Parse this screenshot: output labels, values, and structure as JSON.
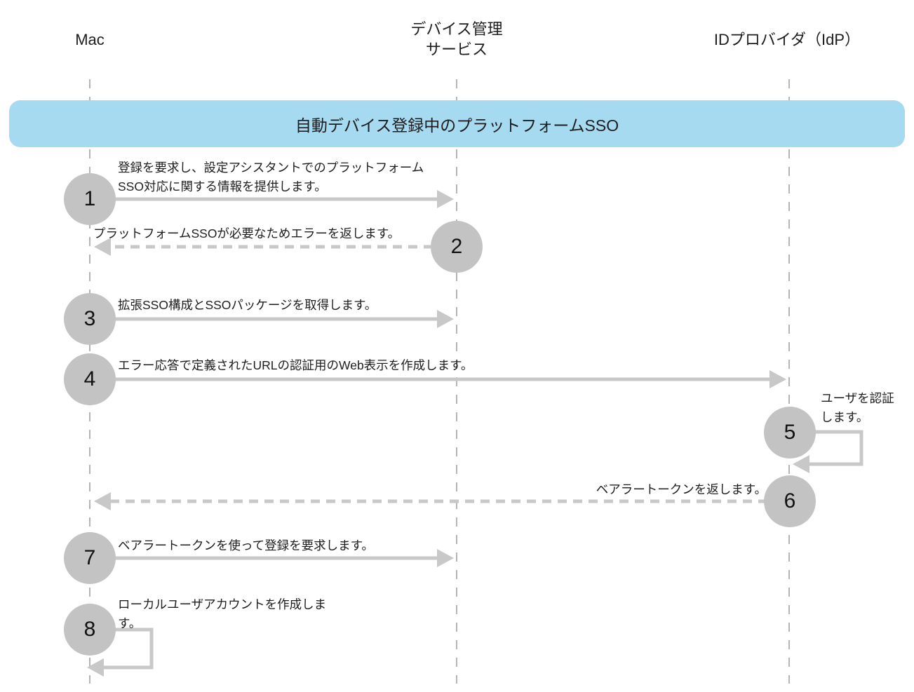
{
  "diagram": {
    "title": "自動デバイス登録中のプラットフォームSSO",
    "actors": [
      {
        "id": "mac",
        "label": [
          "Mac"
        ]
      },
      {
        "id": "device-management-service",
        "label": [
          "デバイス管理",
          "サービス"
        ]
      },
      {
        "id": "idp",
        "label": [
          "IDプロバイダ（IdP）"
        ]
      }
    ],
    "steps": [
      {
        "num": "1",
        "lines": [
          "登録を要求し、設定アシスタントでのプラットフォーム",
          "SSO対応に関する情報を提供します。"
        ],
        "from": "Mac",
        "to": "デバイス管理サービス",
        "arrow": "solid-right"
      },
      {
        "num": "2",
        "lines": [
          "プラットフォームSSOが必要なためエラーを返します。"
        ],
        "from": "デバイス管理サービス",
        "to": "Mac",
        "arrow": "dashed-left"
      },
      {
        "num": "3",
        "lines": [
          "拡張SSO構成とSSOパッケージを取得します。"
        ],
        "from": "Mac",
        "to": "デバイス管理サービス",
        "arrow": "solid-right"
      },
      {
        "num": "4",
        "lines": [
          "エラー応答で定義されたURLの認証用のWeb表示を作成します。"
        ],
        "from": "Mac",
        "to": "IDプロバイダ（IdP）",
        "arrow": "solid-right"
      },
      {
        "num": "5",
        "lines": [
          "ユーザを認証",
          "します。"
        ],
        "from": "IDプロバイダ（IdP）",
        "to": "IDプロバイダ（IdP）",
        "arrow": "self-loop"
      },
      {
        "num": "6",
        "lines": [
          "ベアラートークンを返します。"
        ],
        "from": "IDプロバイダ（IdP）",
        "to": "Mac",
        "arrow": "dashed-left"
      },
      {
        "num": "7",
        "lines": [
          "ベアラートークンを使って登録を要求します。"
        ],
        "from": "Mac",
        "to": "デバイス管理サービス",
        "arrow": "solid-right"
      },
      {
        "num": "8",
        "lines": [
          "ローカルユーザアカウントを作成しま",
          "す。"
        ],
        "from": "Mac",
        "to": "Mac",
        "arrow": "self-loop"
      }
    ],
    "colors": {
      "banner_bg": "#a6daf0",
      "circle_fill": "#c3c3c3",
      "arrow": "#c8c8c8",
      "lifeline": "#b5b5b5",
      "text": "#1d1d1f"
    }
  }
}
